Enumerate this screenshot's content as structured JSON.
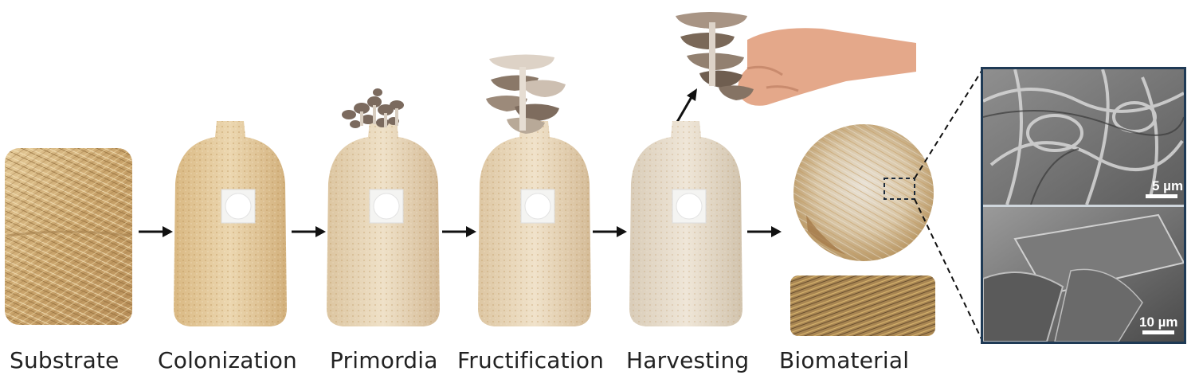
{
  "stages": [
    {
      "label": "Substrate"
    },
    {
      "label": "Colonization"
    },
    {
      "label": "Primordia"
    },
    {
      "label": "Fructification"
    },
    {
      "label": "Harvesting"
    },
    {
      "label": "Biomaterial"
    }
  ],
  "sem": {
    "top_scale": "5 µm",
    "bottom_scale": "10 µm"
  },
  "colors": {
    "straw": "#d7b98a",
    "bag": "#e9d7b6",
    "arrow": "#111111",
    "sem_border": "#1f3a55"
  },
  "icons": [
    "straw-bale-image",
    "grow-bag-image",
    "mushroom-cluster-image",
    "hand-image",
    "biomaterial-disc-image",
    "sem-micrograph-image"
  ]
}
